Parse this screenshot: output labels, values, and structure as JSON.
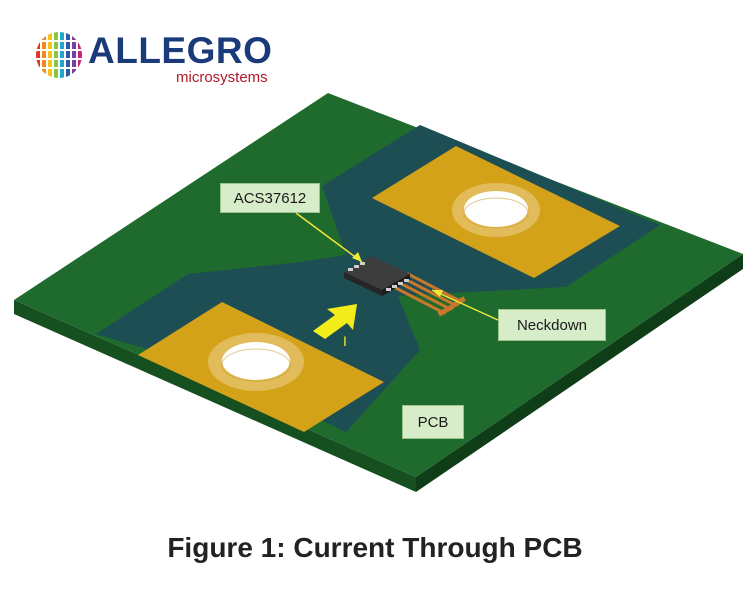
{
  "logo": {
    "brand": "ALLEGRO",
    "tagline": "microsystems"
  },
  "labels": {
    "chip": "ACS37612",
    "neckdown": "Neckdown",
    "pcb": "PCB",
    "current_symbol": "I"
  },
  "caption": "Figure 1: Current Through PCB",
  "colors": {
    "board_top": "#1e6b2d",
    "board_side": "#164f20",
    "trace": "#1d4e54",
    "pad": "#d4a219",
    "callout_fill": "#d7ecc8",
    "arrow": "#f2ec1a",
    "logo_blue": "#1a3a7a",
    "logo_red": "#b01a2a"
  }
}
